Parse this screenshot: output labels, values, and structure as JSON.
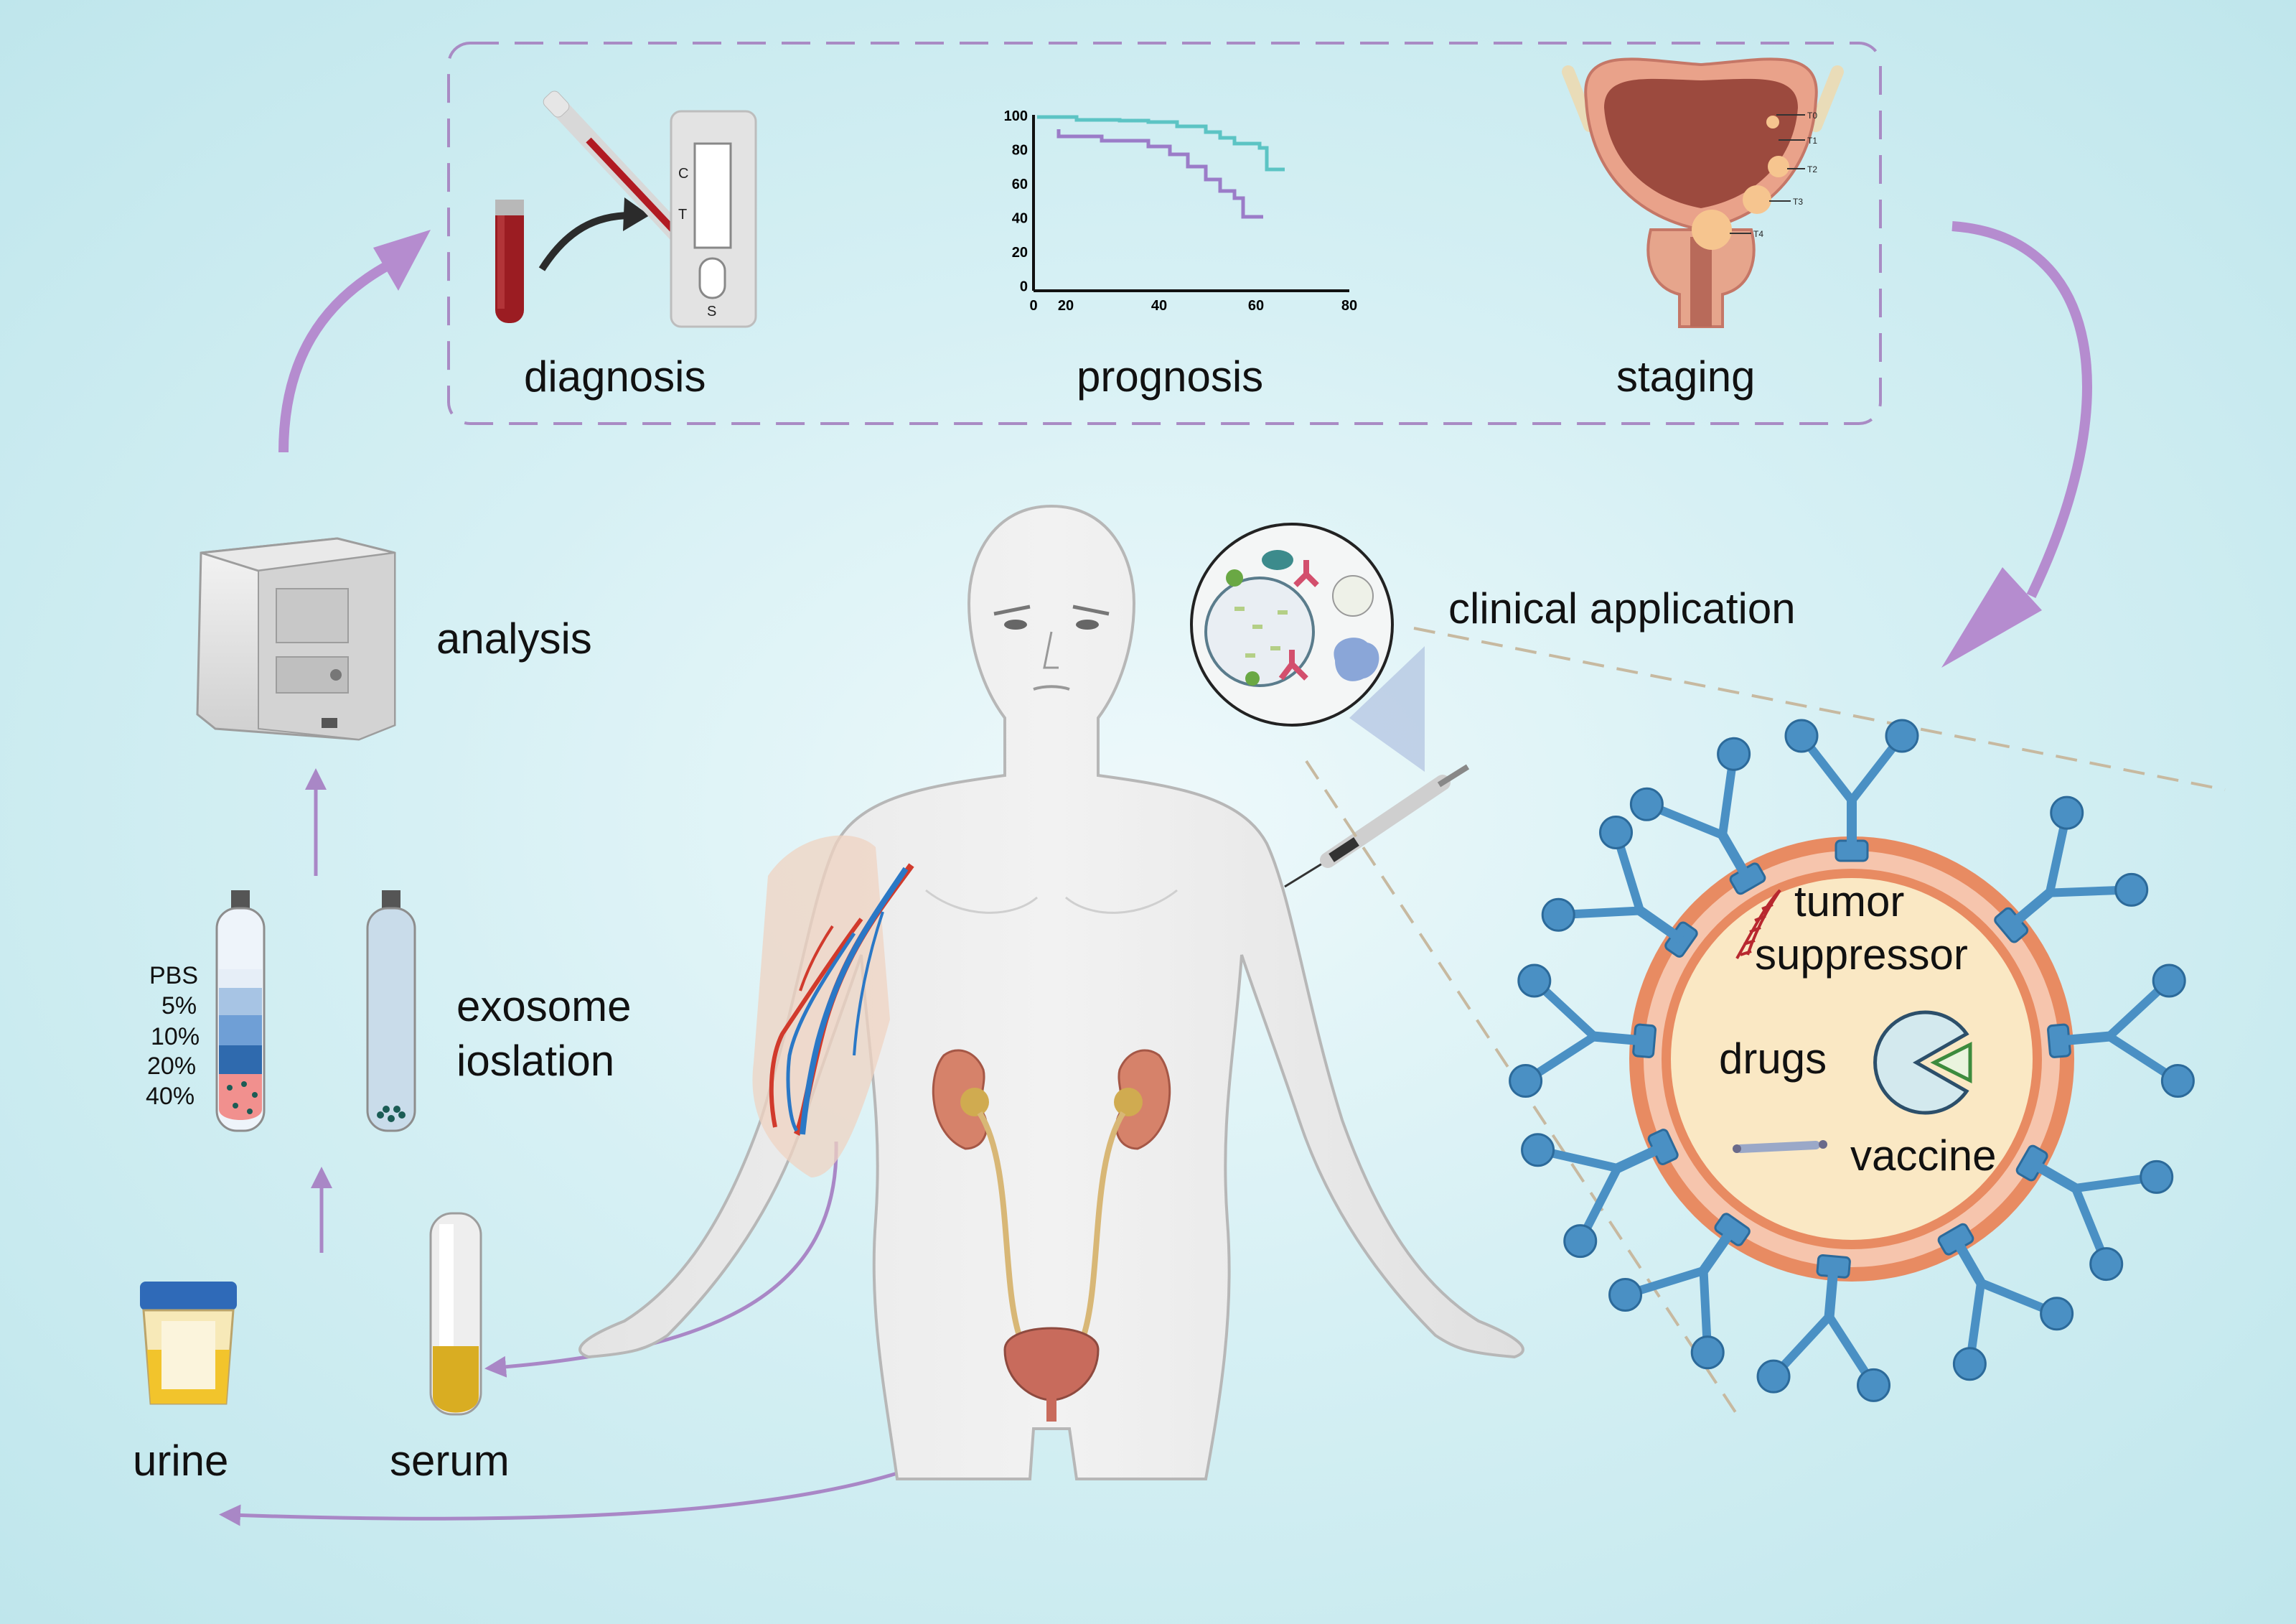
{
  "top_panel": {
    "diagnosis_label": "diagnosis",
    "prognosis_label": "prognosis",
    "staging_label": "staging",
    "test_strip": {
      "c": "C",
      "t": "T",
      "s": "S"
    },
    "km_plot": {
      "y_ticks": [
        "100",
        "80",
        "60",
        "40",
        "20",
        "0"
      ],
      "x_ticks": [
        "20",
        "40",
        "60",
        "80"
      ]
    },
    "stage_labels": [
      "T0",
      "T1",
      "T2",
      "T3",
      "T4"
    ]
  },
  "labels": {
    "analysis": "analysis",
    "exosome_line1": "exosome",
    "exosome_line2": "ioslation",
    "urine": "urine",
    "serum": "serum",
    "clinical_application": "clinical application"
  },
  "gradient": [
    "PBS",
    "5%",
    "10%",
    "20%",
    "40%"
  ],
  "exosome": {
    "tumor_line1": "tumor",
    "tumor_line2": "suppressor",
    "drugs": "drugs",
    "vaccine": "vaccine"
  },
  "colors": {
    "arrow_purple": "#b58ccf",
    "thin_arrow": "#a987c6",
    "membrane_outer": "#e88b62",
    "membrane_inner": "#f6c5ad",
    "core": "#fae8c4",
    "antibody": "#4a90c4",
    "km_upper": "#5cc4c4",
    "km_lower": "#9b7cc8"
  }
}
